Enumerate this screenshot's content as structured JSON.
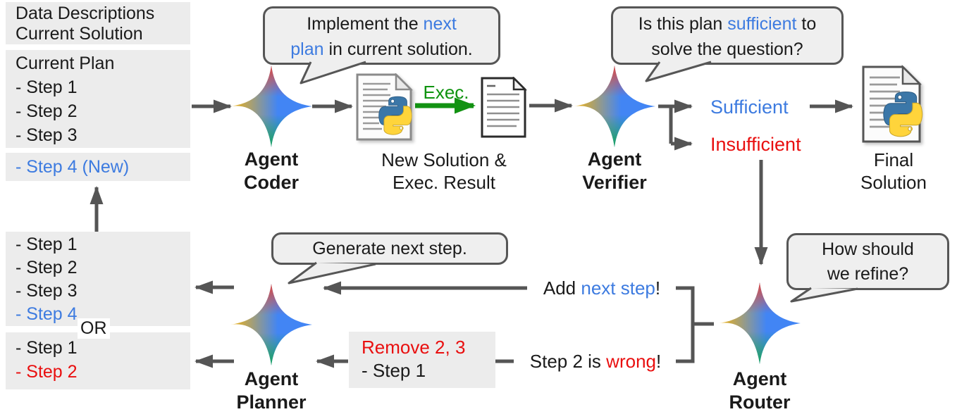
{
  "palette": {
    "accent_blue": "#3d7be0",
    "accent_red": "#e90f0f",
    "accent_green": "#0f930f",
    "box_gray": "#ececec",
    "bubble_gray": "#efefef",
    "line_gray": "#555555",
    "star_red": "#ea4335",
    "star_yellow": "#f6b40e",
    "star_blue": "#4285f4",
    "star_green": "#12a656"
  },
  "left_panel": {
    "context_box": {
      "line1": "Data Descriptions",
      "line2": "Current Solution"
    },
    "current_plan_box": {
      "title": "Current Plan",
      "step1": "- Step 1",
      "step2": "- Step 2",
      "step3": "- Step 3"
    },
    "new_step_box": {
      "text": "- Step 4 (New)"
    },
    "plan_a_box": {
      "step1": "- Step 1",
      "step2": "- Step 2",
      "step3": "- Step 3",
      "step4": "- Step 4"
    },
    "or_label": "OR",
    "plan_b_box": {
      "step1": "- Step 1",
      "step2": "- Step 2"
    }
  },
  "agents": {
    "coder": {
      "name_line1": "Agent",
      "name_line2": "Coder",
      "bubble": {
        "l1s1": "Implement the ",
        "l1s2": "next",
        "l2s1": "plan",
        "l2s2": " in current solution."
      }
    },
    "verifier": {
      "name_line1": "Agent",
      "name_line2": "Verifier",
      "bubble": {
        "l1s1": "Is this plan ",
        "l1s2": "sufficient",
        "l1s3": " to",
        "l2s1": "solve the question?"
      }
    },
    "planner": {
      "name_line1": "Agent",
      "name_line2": "Planner",
      "bubble": {
        "l1s1": "Generate next step."
      }
    },
    "router": {
      "name_line1": "Agent",
      "name_line2": "Router",
      "bubble": {
        "l1": "How should",
        "l2": "we refine?"
      }
    }
  },
  "artifacts": {
    "exec_label": "Exec.",
    "new_solution_label": {
      "line1": "New Solution &",
      "line2": "Exec. Result"
    },
    "final_solution_label": {
      "line1": "Final",
      "line2": "Solution"
    }
  },
  "decisions": {
    "sufficient": "Sufficient",
    "insufficient": "Insufficient"
  },
  "router_outputs": {
    "add_step": {
      "s1": "Add ",
      "s2": "next step",
      "s3": "!"
    },
    "wrong_step": {
      "s1": "Step 2 is ",
      "s2": "wrong",
      "s3": "!"
    }
  },
  "planner_note_box": {
    "line1": "Remove 2, 3",
    "line2": "- Step 1"
  }
}
